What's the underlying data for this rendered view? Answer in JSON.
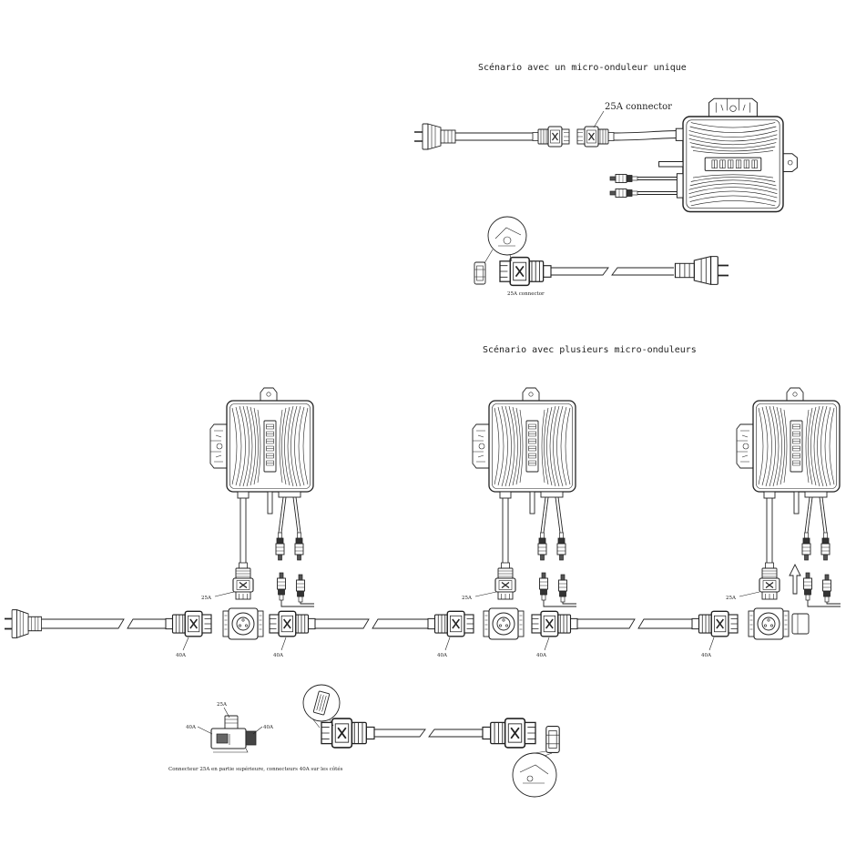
{
  "scenario_single": {
    "title": "Scénario avec un micro-onduleur unique",
    "connector_label": "25A connector",
    "detail_connector_label": "25A connector"
  },
  "scenario_multiple": {
    "title": "Scénario avec plusieurs micro-onduleurs",
    "inverter_connector_labels": [
      "25A",
      "25A",
      "25A"
    ],
    "trunk_connector_labels": [
      "40A",
      "40A",
      "40A",
      "40A",
      "40A"
    ],
    "detail": {
      "left_label": "40A",
      "top_label": "25A",
      "right_label": "40A",
      "caption": "Connecteur 25A en partie supérieure, connecteurs 40A sur les côtés"
    }
  },
  "colors": {
    "line": "#222222",
    "background": "#ffffff"
  }
}
